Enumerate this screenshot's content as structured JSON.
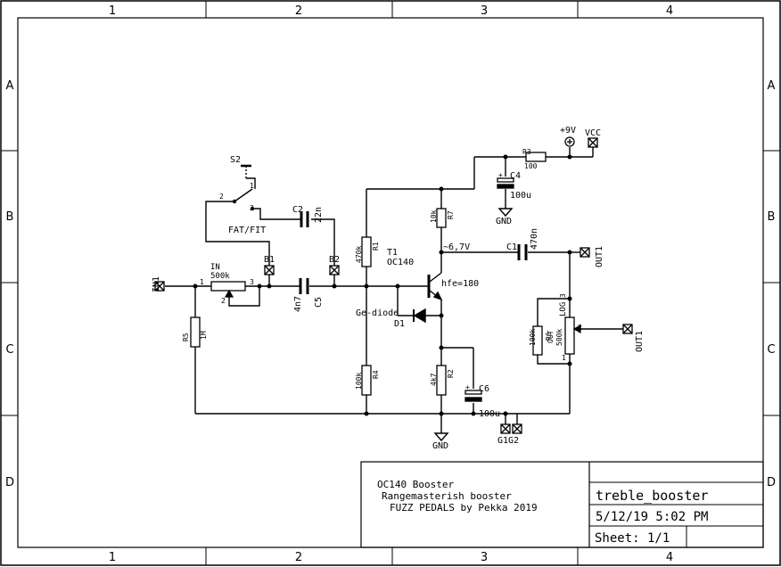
{
  "frame": {
    "columns": [
      "1",
      "2",
      "3",
      "4"
    ],
    "rows": [
      "A",
      "B",
      "C",
      "D"
    ]
  },
  "title_block": {
    "desc_line1": "OC140 Booster",
    "desc_line2": "Rangemasterish booster",
    "desc_line3": "FUZZ PEDALS by Pekka 2019",
    "sheet_name": "treble_booster",
    "date": "5/12/19 5:02 PM",
    "sheet": "Sheet: 1/1"
  },
  "labels": {
    "s2": "S2",
    "s2_pin1": "1",
    "s2_pin2": "2",
    "s2_pin3": "3",
    "c2_name": "C2",
    "c2_value": "22n",
    "fat_fit": "FAT/FIT",
    "in1": "IN1",
    "in_pot_name": "IN",
    "in_pot_value": "500k",
    "in_pin1": "1",
    "in_pin2": "2",
    "in_pin3": "3",
    "b1": "B1",
    "b2": "B2",
    "c5_name": "C5",
    "c5_value": "4n7",
    "r5_name": "R5",
    "r5_value": "1M",
    "r1_name": "R1",
    "r1_value": "470k",
    "r4_name": "R4",
    "r4_value": "100k",
    "t1_name": "T1",
    "t1_type": "OC140",
    "hfe": "hfe=180",
    "ge_diode": "Ge-diode",
    "d1": "D1",
    "r7_name": "R7",
    "r7_value": "10k",
    "vc": "~6,7V",
    "c1_name": "C1",
    "c1_value": "470n",
    "out1_top": "OUT1",
    "out1_right": "OUT1",
    "r2_name": "R2",
    "r2_value": "4k7",
    "c6_name": "C6",
    "c6_value": "100u",
    "gnd_bottom": "GND",
    "g1g2": "G1G2",
    "r6_name": "R6",
    "r6_value": "100k",
    "out_pot_name": "OUT",
    "out_pot_value": "500k",
    "out_pot_taper": "LOG",
    "out_pin1": "1",
    "out_pin2": "2",
    "out_pin3": "3",
    "r3_name": "R3",
    "r3_value": "100",
    "c4_name": "C4",
    "c4_value": "100u",
    "gnd_top": "GND",
    "plus9v": "+9V",
    "vcc": "VCC"
  }
}
